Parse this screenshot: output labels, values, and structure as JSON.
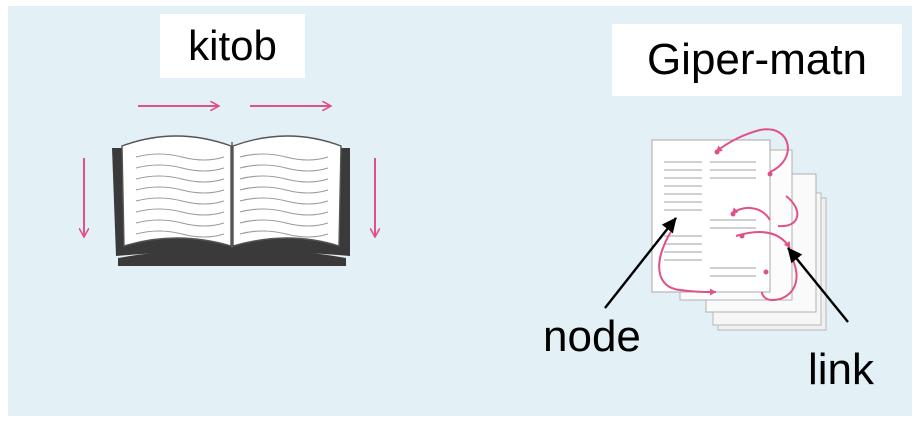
{
  "labels": {
    "book": "kitob",
    "hypertext": "Giper-matn",
    "node": "node",
    "link": "link"
  },
  "colors": {
    "background": "#e3f0f6",
    "flow_arrow": "#e2508a",
    "pointer_arrow": "#000000",
    "book_cover": "#3a3a3a"
  },
  "icons": {
    "book": "open-book-icon",
    "hypertext": "linked-pages-icon"
  }
}
